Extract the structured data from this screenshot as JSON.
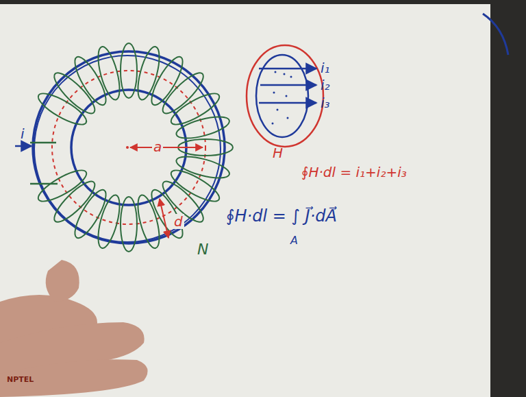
{
  "diagram": {
    "labels": [
      "i",
      "a",
      "d",
      "N",
      "H",
      "i₁",
      "i₂",
      "i₃",
      "∮H·dl = i₁+i₂+i₃",
      "∮H·dl = ∫ J⃗·dA⃗",
      "A",
      "NPTEL"
    ]
  }
}
